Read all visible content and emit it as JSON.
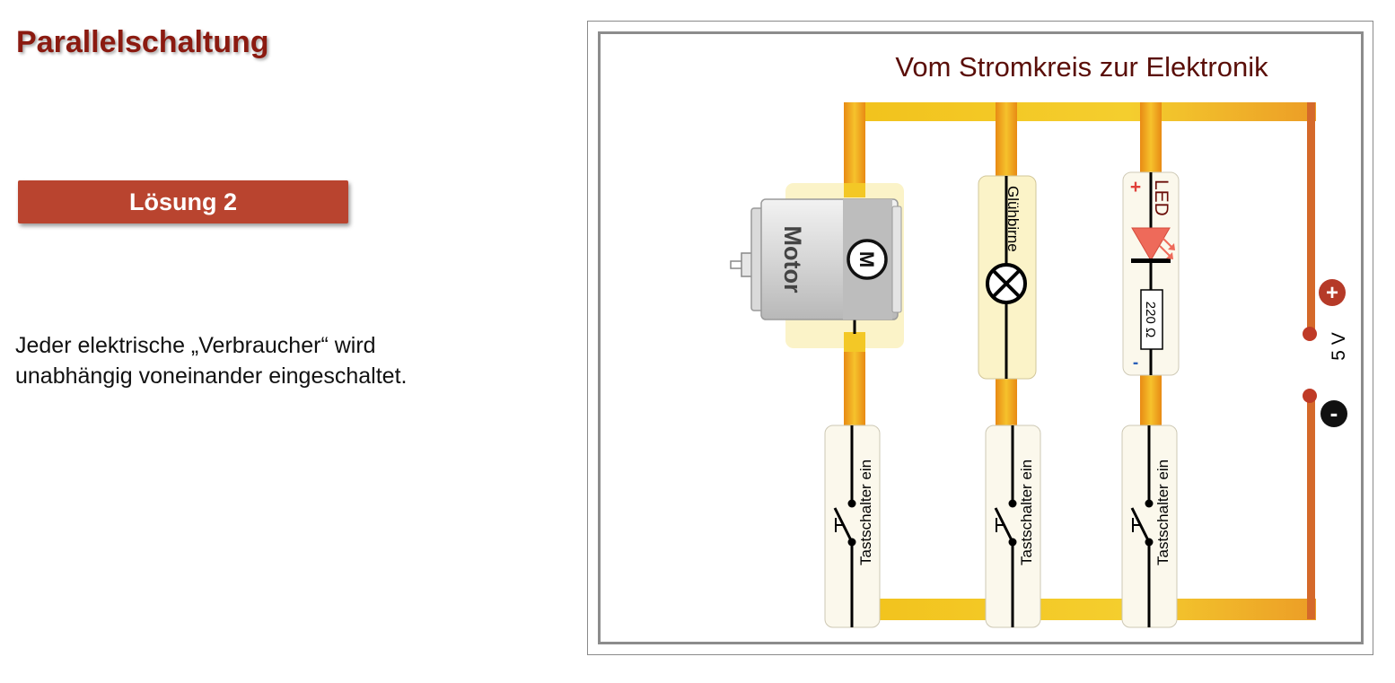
{
  "left": {
    "title": "Parallelschaltung",
    "solution_button": "Lösung 2",
    "description_line1": "Jeder elektrische „Verbraucher“ wird",
    "description_line2": "unabhängig voneinander eingeschaltet."
  },
  "diagram": {
    "heading": "Vom Stromkreis zur Elektronik",
    "motor": {
      "label": "Motor",
      "symbol": "M"
    },
    "bulb": {
      "label": "Glühbirne"
    },
    "led": {
      "label": "LED",
      "plus": "+",
      "minus": "-",
      "resistor": "220 Ω"
    },
    "switches": [
      {
        "label": "Tastschalter ein"
      },
      {
        "label": "Tastschalter ein"
      },
      {
        "label": "Tastschalter ein"
      }
    ],
    "source": {
      "voltage": "5 V",
      "plus": "+",
      "minus": "-"
    },
    "colors": {
      "wire": "#f0a21e",
      "wire_light": "#f5cd30",
      "source_wire": "#d5692a",
      "component_bg": "#fbf3c8",
      "switch_bg": "#fbf8ec",
      "title_red": "#8b1a10",
      "button_red": "#b9442f",
      "led_red": "#ee6a5a"
    }
  }
}
